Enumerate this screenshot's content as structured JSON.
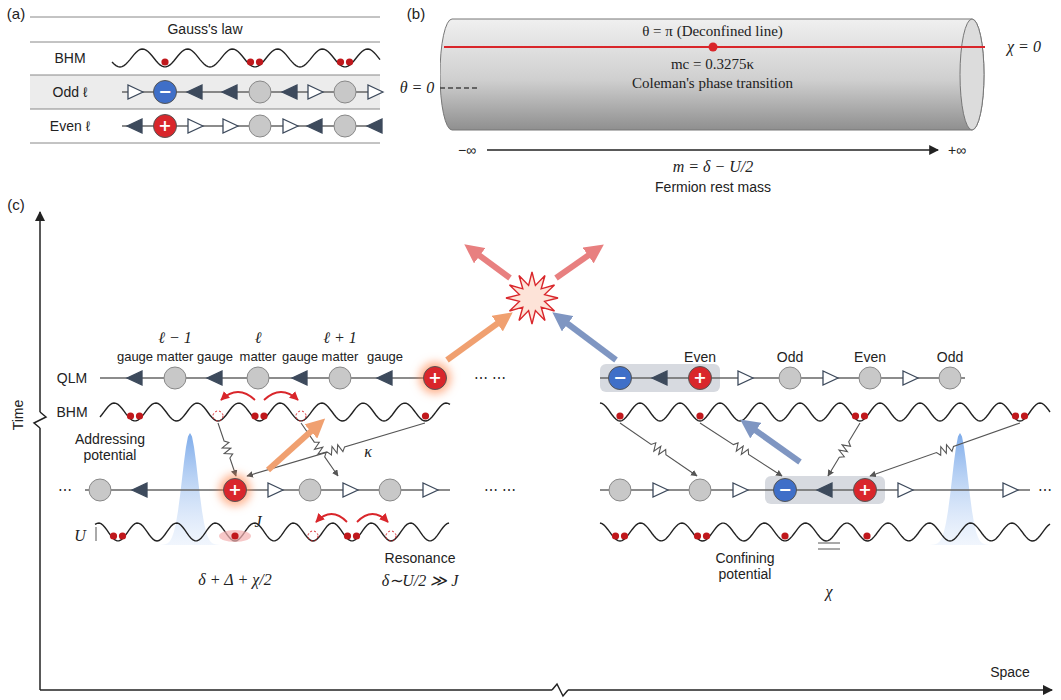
{
  "diagram": {
    "nodes": [
      {
        "text": [
          "−"
        ]
      },
      {
        "text": [
          "+"
        ]
      },
      {
        "text": [
          "θ = π  (Deconfined line)",
          "mc = 0.3275κ",
          "Coleman's phase transition"
        ]
      },
      {
        "text": [
          "+"
        ]
      },
      {
        "text": [
          "−"
        ]
      },
      {
        "text": [
          "+"
        ]
      },
      {
        "text": [
          "+"
        ]
      },
      {
        "text": [
          "−"
        ]
      },
      {
        "text": [
          "+"
        ]
      }
    ],
    "labels": [
      "(a)",
      "Gauss's law",
      "BHM",
      "Odd ℓ",
      "Even ℓ",
      "(b)",
      "χ = 0",
      "θ = 0",
      "−∞",
      "+∞",
      "m = δ − U/2",
      "Fermion rest mass",
      "(c)",
      "Time",
      "Space",
      "ℓ − 1",
      "ℓ",
      "ℓ + 1",
      "gauge",
      "matter",
      "gauge",
      "matter",
      "gauge",
      "matter",
      "gauge",
      "QLM",
      "BHM",
      "⋯ ⋯",
      "Even",
      "Odd",
      "Even",
      "Odd",
      "Addressing potential",
      "⋯",
      "κ",
      "⋯ ⋯",
      "⋯",
      "U",
      "J",
      "Resonance",
      "δ∼U/2 ≫ J",
      "δ + Δ + χ/2",
      "Confining potential",
      "χ"
    ]
  }
}
